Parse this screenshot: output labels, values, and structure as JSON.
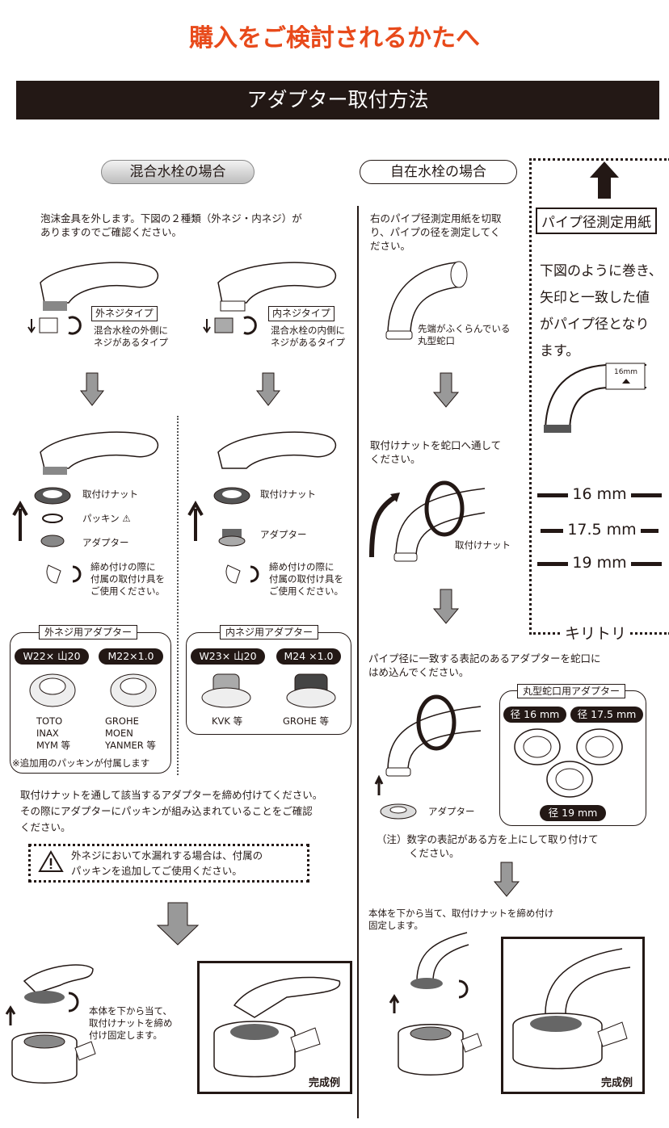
{
  "header": {
    "title": "購入をご検討されるかたへ",
    "banner": "アダプター取付方法"
  },
  "left": {
    "section_label": "混合水栓の場合",
    "intro": [
      "泡沫金具を外します。下図の２種類（外ネジ・内ネジ）が",
      "ありますのでご確認ください。"
    ],
    "outer_type": {
      "tag": "外ネジタイプ",
      "desc": [
        "混合水栓の外側に",
        "ネジがあるタイプ"
      ]
    },
    "inner_type": {
      "tag": "内ネジタイプ",
      "desc": [
        "混合水栓の内側に",
        "ネジがあるタイプ"
      ]
    },
    "parts_outer": {
      "nut": "取付けナット",
      "packing": "パッキン",
      "adapter": "アダプター",
      "note": [
        "締め付けの際に",
        "付属の取付け具を",
        "ご使用ください。"
      ]
    },
    "parts_inner": {
      "nut": "取付けナット",
      "adapter": "アダプター",
      "note": [
        "締め付けの際に",
        "付属の取付け具を",
        "ご使用ください。"
      ]
    },
    "outer_adapters": {
      "label": "外ネジ用アダプター",
      "items": [
        {
          "spec": "W22× 山20",
          "brands": [
            "TOTO",
            "INAX",
            "MYM 等"
          ]
        },
        {
          "spec": "M22×1.0",
          "brands": [
            "GROHE",
            "MOEN",
            "YANMER 等"
          ]
        }
      ],
      "footnote": "※追加用のパッキンが付属します"
    },
    "inner_adapters": {
      "label": "内ネジ用アダプター",
      "items": [
        {
          "spec": "W23× 山20",
          "brands": [
            "KVK 等"
          ]
        },
        {
          "spec": "M24 ×1.0",
          "brands": [
            "GROHE 等"
          ]
        }
      ]
    },
    "step2": [
      "取付けナットを通して該当するアダプターを締め付けてください。",
      "その際にアダプターにパッキンが組み込まれていることをご確認",
      "ください。"
    ],
    "warning": [
      "外ネジにおいて水漏れする場合は、付属の",
      "パッキンを追加してご使用ください。"
    ],
    "step3": [
      "本体を下から当て、",
      "取付けナットを締め",
      "付け固定します。"
    ],
    "example": "完成例"
  },
  "right": {
    "section_label": "自在水栓の場合",
    "intro": [
      "右のパイプ径測定用紙を切取",
      "り、パイプの径を測定してく",
      "ださい。"
    ],
    "spout_note": [
      "先端がふくらんでいる",
      "丸型蛇口"
    ],
    "step2": [
      "取付けナットを蛇口へ通して",
      "ください。"
    ],
    "nut_label": "取付けナット",
    "step3": [
      "パイプ径に一致する表記のあるアダプターを蛇口に",
      "はめ込んでください。"
    ],
    "adapter_label": "アダプター",
    "round_adapters": {
      "label": "丸型蛇口用アダプター",
      "items": [
        "径 16 mm",
        "径 17.5 mm",
        "径 19 mm"
      ]
    },
    "note": [
      "（注）数字の表記がある方を上にして取り付けて",
      "ください。"
    ],
    "step4": [
      "本体を下から当て、取付けナットを締め付け",
      "固定します。"
    ],
    "example": "完成例"
  },
  "gauge": {
    "title": "パイプ径測定用紙",
    "desc": [
      "下図のように巻き、",
      "矢印と一致した値",
      "がパイプ径となり",
      "ます。"
    ],
    "pipe_mark": "16mm",
    "scales": [
      "16 mm",
      "17.5 mm",
      "19 mm"
    ],
    "cut": "キリトリ"
  }
}
